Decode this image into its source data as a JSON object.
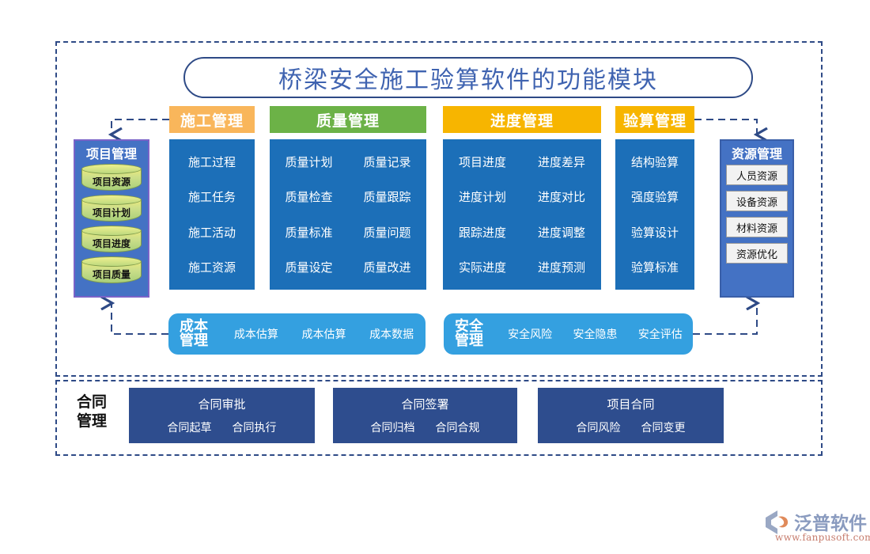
{
  "title": "桥梁安全施工验算软件的功能模块",
  "colors": {
    "frame_border": "#2e4a86",
    "title_text": "#3f63b0",
    "column_blue": "#1C6FB8",
    "header_orange_light": "#F9B65B",
    "header_green": "#6CB247",
    "header_amber": "#F7B500",
    "panel_blue": "#4472C4",
    "bar_blue": "#34A0E0",
    "contract_blue": "#2E4D8E",
    "cylinder_green": "#bcd97e"
  },
  "project_panel": {
    "title": "项目管理",
    "items": [
      "项目资源",
      "项目计划",
      "项目进度",
      "项目质量"
    ]
  },
  "resource_panel": {
    "title": "资源管理",
    "items": [
      "人员资源",
      "设备资源",
      "材料资源",
      "资源优化"
    ]
  },
  "columns": [
    {
      "header": "施工管理",
      "header_color": "#F9B65B",
      "rows": [
        [
          "施工过程"
        ],
        [
          "施工任务"
        ],
        [
          "施工活动"
        ],
        [
          "施工资源"
        ]
      ]
    },
    {
      "header": "质量管理",
      "header_color": "#6CB247",
      "rows": [
        [
          "质量计划",
          "质量记录"
        ],
        [
          "质量检查",
          "质量跟踪"
        ],
        [
          "质量标准",
          "质量问题"
        ],
        [
          "质量设定",
          "质量改进"
        ]
      ]
    },
    {
      "header": "进度管理",
      "header_color": "#F7B500",
      "rows": [
        [
          "项目进度",
          "进度差异"
        ],
        [
          "进度计划",
          "进度对比"
        ],
        [
          "跟踪进度",
          "进度调整"
        ],
        [
          "实际进度",
          "进度预测"
        ]
      ]
    },
    {
      "header": "验算管理",
      "header_color": "#F7B500",
      "rows": [
        [
          "结构验算"
        ],
        [
          "强度验算"
        ],
        [
          "验算设计"
        ],
        [
          "验算标准"
        ]
      ]
    }
  ],
  "bars": [
    {
      "title": "成本\n管理",
      "title_line1": "成本",
      "title_line2": "管理",
      "items": [
        "成本估算",
        "成本估算",
        "成本数据"
      ]
    },
    {
      "title": "安全\n管理",
      "title_line1": "安全",
      "title_line2": "管理",
      "items": [
        "安全风险",
        "安全隐患",
        "安全评估"
      ]
    }
  ],
  "contract": {
    "label_line1": "合同",
    "label_line2": "管理",
    "boxes": [
      {
        "title": "合同审批",
        "subs": [
          "合同起草",
          "合同执行"
        ]
      },
      {
        "title": "合同签署",
        "subs": [
          "合同归档",
          "合同合规"
        ]
      },
      {
        "title": "项目合同",
        "subs": [
          "合同风险",
          "合同变更"
        ]
      }
    ]
  },
  "logo": {
    "name": "泛普软件",
    "url": "www.fanpusoft.com"
  }
}
